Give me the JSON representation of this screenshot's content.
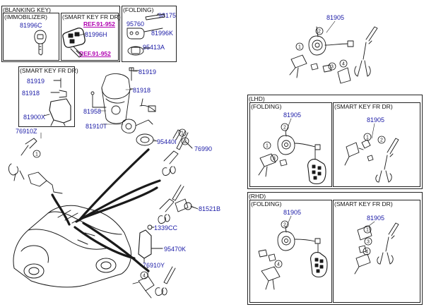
{
  "sections": {
    "blanking_key": "(BLANKING KEY)",
    "immobilizer": "(IMMOBILIZER)",
    "smart_key_fr_dr": "(SMART KEY FR DR)",
    "folding": "(FOLDING)",
    "smart_key_fr_dr_left": "(SMART KEY FR DR)",
    "lhd": "(LHD)",
    "lhd_folding": "(FOLDING)",
    "lhd_smart_key": "(SMART KEY FR DR)",
    "rhd": "(RHD)",
    "rhd_folding": "(FOLDING)",
    "rhd_smart_key": "(SMART KEY FR DR)"
  },
  "parts": {
    "p81996C": "81996C",
    "p81996H": "81996H",
    "ref1": "REF.91-952",
    "ref2": "REF.91-952",
    "p98175": "98175",
    "p95760": "95760",
    "p81996K": "81996K",
    "p95413A": "95413A",
    "p81905_top": "81905",
    "p81919_box": "81919",
    "p81918_box": "81918",
    "p81900X": "81900X",
    "p81919": "81919",
    "p81918": "81918",
    "p81958": "81958",
    "p81910T": "81910T",
    "p95440I": "95440I",
    "p76990": "76990",
    "p76910Z": "76910Z",
    "p81521B": "81521B",
    "p1339CC": "1339CC",
    "p95470K": "95470K",
    "p76910Y": "76910Y",
    "p81905_lhd_f": "81905",
    "p81905_lhd_s": "81905",
    "p81905_rhd_f": "81905",
    "p81905_rhd_s": "81905"
  },
  "callouts": [
    "1",
    "2",
    "3",
    "4"
  ],
  "colors": {
    "line": "#1a1a1a",
    "part_number": "#1a1aa6",
    "reference": "#b000b0",
    "box": "#222222"
  }
}
